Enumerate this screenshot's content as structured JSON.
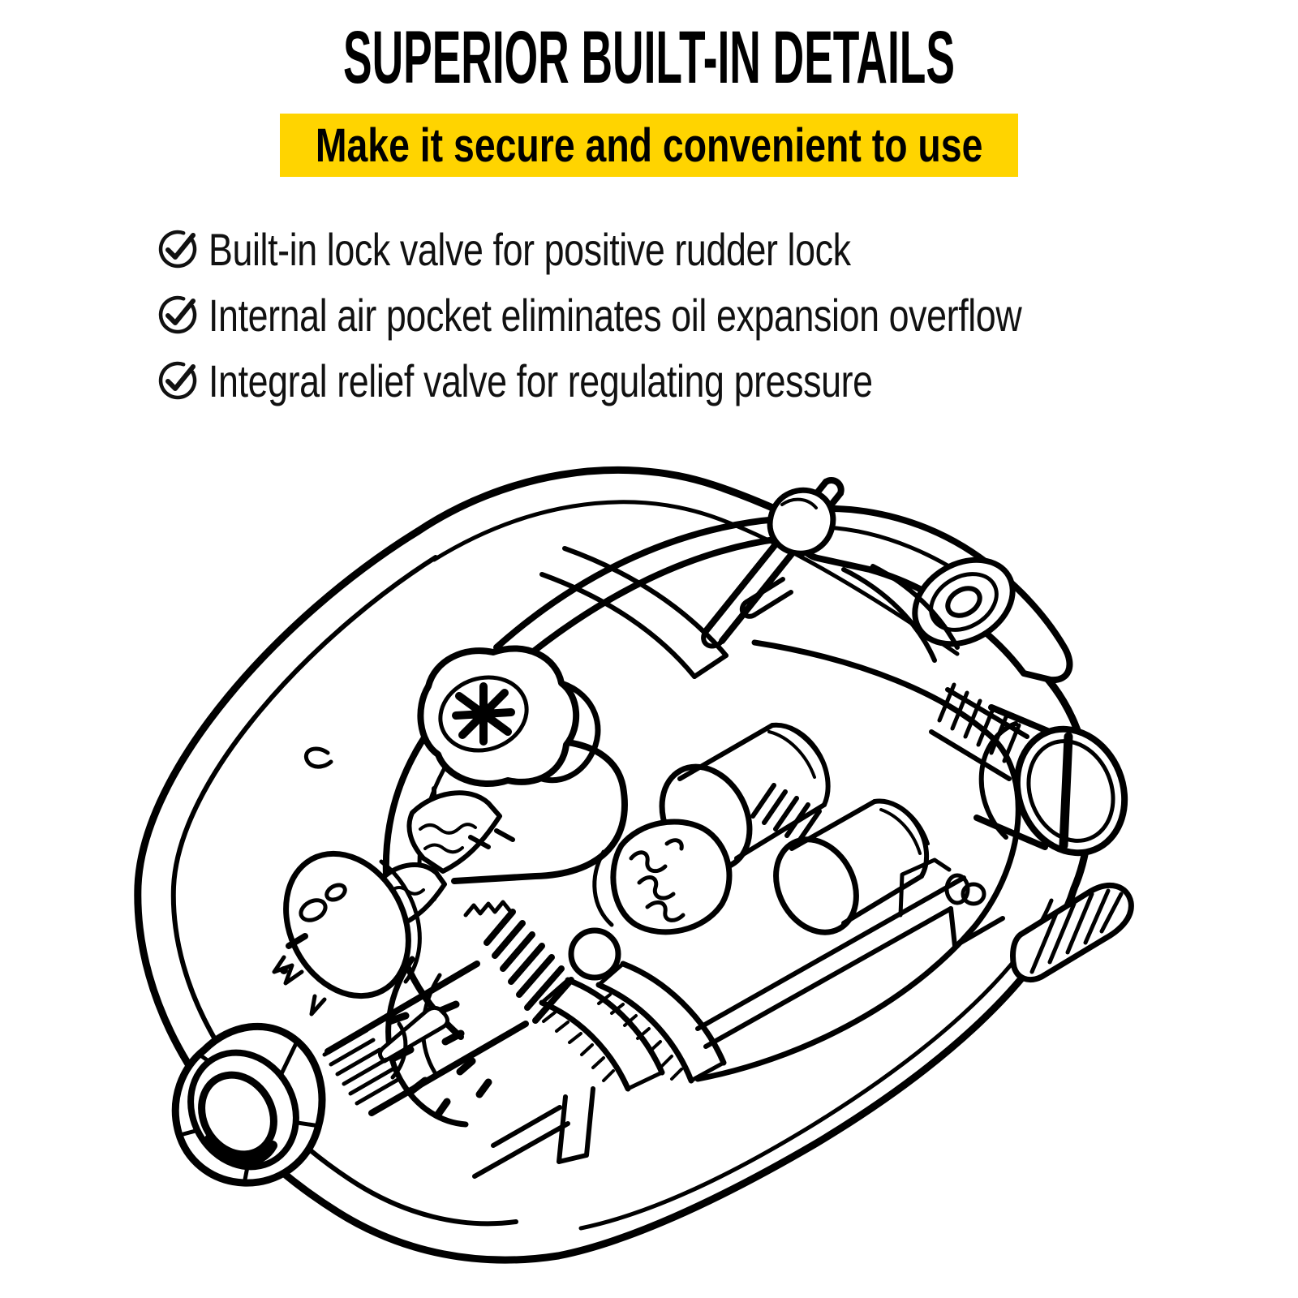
{
  "header": {
    "title": "SUPERIOR BUILT-IN DETAILS",
    "subtitle": "Make it secure and convenient to use"
  },
  "features": {
    "icon": "check-circle-icon",
    "items": [
      {
        "text": "Built-in lock valve for positive rudder lock"
      },
      {
        "text": "Internal air pocket eliminates oil expansion overflow"
      },
      {
        "text": "Integral relief valve for regulating pressure"
      }
    ]
  },
  "illustration": {
    "description": "Black and white cutaway technical line drawing of a hydraulic steering helm pump showing housing, internal pistons and springs, lock valve, splined shaft with hex nut, vent plug knob, lever rod and slotted relief valve screw"
  },
  "colors": {
    "accent_yellow": "#FFD400",
    "ink": "#000000",
    "text": "#111111"
  }
}
